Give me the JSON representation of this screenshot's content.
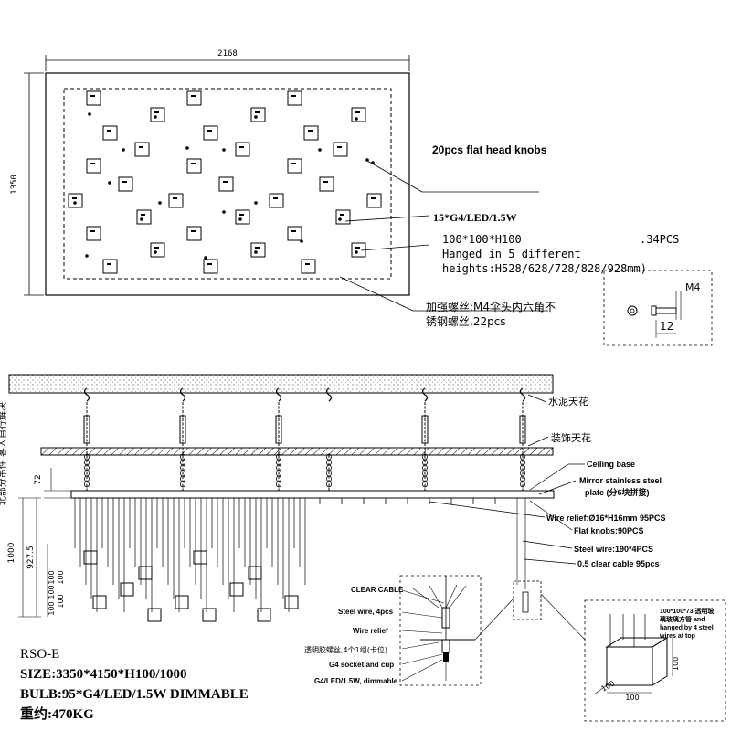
{
  "plan": {
    "width_dim": "2168",
    "height_dim": "1350",
    "note_knobs": "20pcs flat head knobs",
    "note_led": "15*G4/LED/1.5W",
    "note_box_1": "100*100*H100",
    "note_box_qty": ".34PCS",
    "note_box_2": "Hanged in 5 different",
    "note_box_3": "heights:H528/628/728/828/928mm)",
    "note_screw_1": "加强螺丝:M4伞头内六角不",
    "note_screw_2": "锈钢螺丝,22pcs"
  },
  "screw_detail": {
    "thread": "M4",
    "length": "12"
  },
  "elevation": {
    "side_note": "北部分吊件 客人自行解决",
    "concrete_ceiling": "水泥天花",
    "deco_ceiling": "装饰天花",
    "ceiling_base": "Ceiling base",
    "mirror_plate_1": "Mirror stainless steel",
    "mirror_plate_2": "plate (分6块拼接)",
    "wire_relief": "Wire relief:Ø16*H16mm 95PCS",
    "flat_knobs": "Flat knobs:90PCS",
    "steel_wire": "Steel wire:190*4PCS",
    "clear_cable": "0.5 clear cable 95pcs",
    "dim_72": "72",
    "dim_1000": "1000",
    "dim_927": "927.5",
    "stack_labels": [
      "100",
      "100",
      "100",
      "100",
      "100"
    ]
  },
  "detail_cable": {
    "clear_cable": "CLEAR CABLE",
    "steel_wire": "Steel wire, 4pcs",
    "wire_relief": "Wire relief",
    "clamp": "透明胶螺丝,4个1组(卡位)",
    "socket": "G4 socket and cup",
    "bulb": "G4/LED/1.5W, dimmable"
  },
  "detail_box": {
    "note_1": "100*100*73 透明玻",
    "note_2": "璃玻璃方管 and",
    "note_3": "hanged by 4 steel",
    "note_4": "wires at top",
    "dim_h": "100",
    "dim_w": "100",
    "dim_d": "100"
  },
  "specs": {
    "model": "RSO-E",
    "size": "SIZE:3350*4150*H100/1000",
    "bulb": "BULB:95*G4/LED/1.5W DIMMABLE",
    "weight": "重约:470KG"
  }
}
